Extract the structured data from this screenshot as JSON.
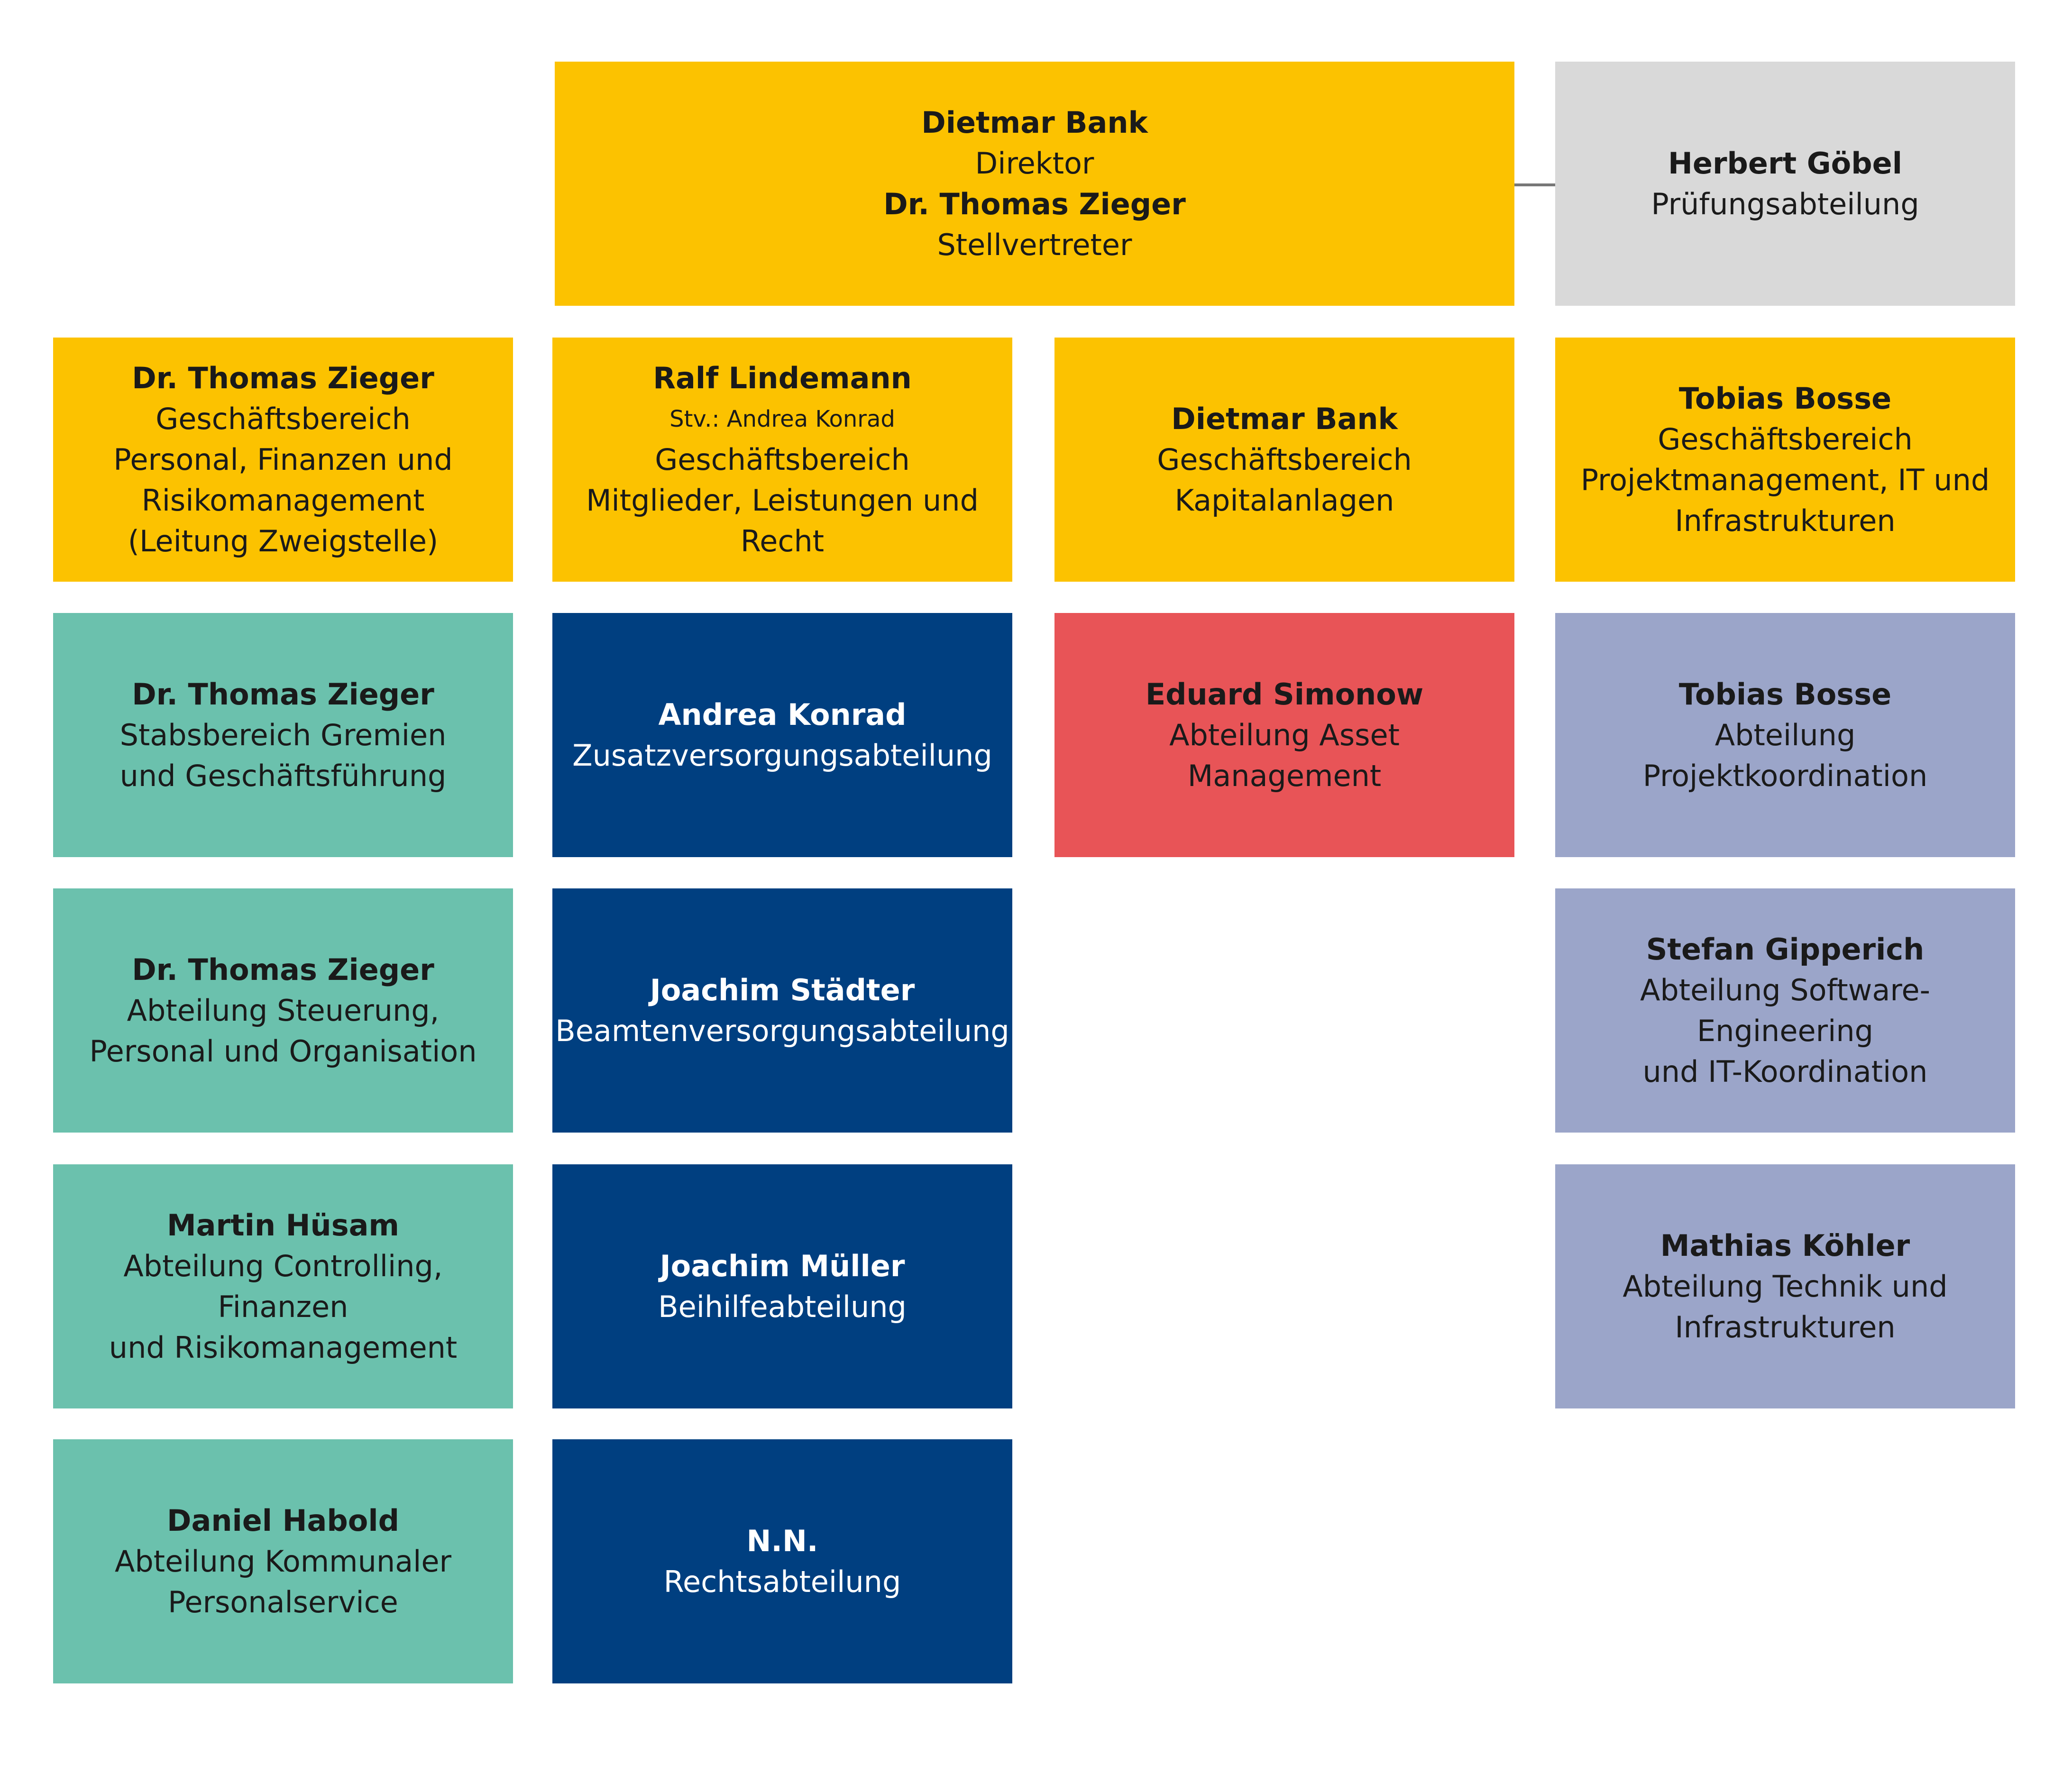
{
  "colors": {
    "yellow": "#fcc200",
    "grey": "#d9d9d9",
    "teal": "#6bc1ad",
    "navy": "#003f80",
    "red": "#e85457",
    "lavender": "#9ba5c9",
    "dark_text": "#1a1a1a",
    "light_text": "#ffffff",
    "connector": "#777777"
  },
  "top": {
    "director": {
      "name": "Dietmar Bank",
      "role": "Direktor",
      "deputy_name": "Dr. Thomas Zieger",
      "deputy_role": "Stellvertreter"
    },
    "audit": {
      "name": "Herbert Göbel",
      "unit": "Prüfungsabteilung"
    }
  },
  "divisions": [
    {
      "name": "Dr. Thomas Zieger",
      "lines": [
        "Geschäftsbereich",
        "Personal, Finanzen und",
        "Risikomanagement",
        "(Leitung Zweigstelle)"
      ]
    },
    {
      "name": "Ralf Lindemann",
      "deputy": "Stv.: Andrea Konrad",
      "lines": [
        "Geschäftsbereich",
        "Mitglieder, Leistungen und",
        "Recht"
      ]
    },
    {
      "name": "Dietmar Bank",
      "lines": [
        "Geschäftsbereich",
        "Kapitalanlagen"
      ]
    },
    {
      "name": "Tobias Bosse",
      "lines": [
        "Geschäftsbereich",
        "Projektmanagement, IT und",
        "Infrastrukturen"
      ]
    }
  ],
  "col1": [
    {
      "name": "Dr. Thomas Zieger",
      "lines": [
        "Stabsbereich Gremien",
        "und Geschäftsführung"
      ]
    },
    {
      "name": "Dr. Thomas Zieger",
      "lines": [
        "Abteilung Steuerung,",
        "Personal und Organisation"
      ]
    },
    {
      "name": "Martin Hüsam",
      "lines": [
        "Abteilung Controlling, Finanzen",
        "und Risikomanagement"
      ]
    },
    {
      "name": "Daniel Habold",
      "lines": [
        "Abteilung Kommunaler",
        "Personalservice"
      ]
    }
  ],
  "col2": [
    {
      "name": "Andrea Konrad",
      "lines": [
        "Zusatzversorgungsabteilung"
      ]
    },
    {
      "name": "Joachim Städter",
      "lines": [
        "Beamtenversorgungsabteilung"
      ]
    },
    {
      "name": "Joachim Müller",
      "lines": [
        "Beihilfeabteilung"
      ]
    },
    {
      "name": "N.N.",
      "lines": [
        "Rechtsabteilung"
      ]
    }
  ],
  "col3": [
    {
      "name": "Eduard Simonow",
      "lines": [
        "Abteilung Asset Management"
      ]
    }
  ],
  "col4": [
    {
      "name": "Tobias Bosse",
      "lines": [
        "Abteilung",
        "Projektkoordination"
      ]
    },
    {
      "name": "Stefan Gipperich",
      "lines": [
        "Abteilung Software-Engineering",
        "und IT-Koordination"
      ]
    },
    {
      "name": "Mathias Köhler",
      "lines": [
        "Abteilung Technik und",
        "Infrastrukturen"
      ]
    }
  ]
}
